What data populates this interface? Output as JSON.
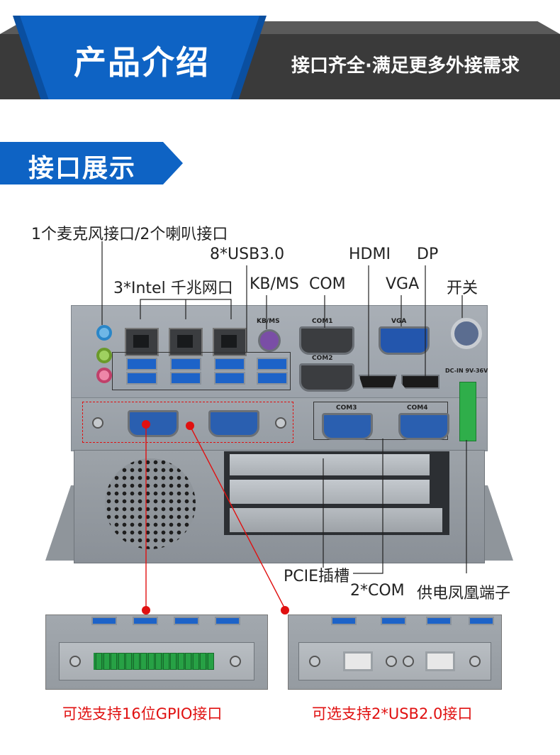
{
  "header": {
    "title": "产品介绍",
    "subtitle": "接口齐全·满足更多外接需求"
  },
  "section": {
    "title": "接口展示"
  },
  "labels": {
    "audio": "1个麦克风接口/2个喇叭接口",
    "usb3": "8*USB3.0",
    "hdmi": "HDMI",
    "dp": "DP",
    "lan": "3*Intel 千兆网口",
    "kbms": "KB/MS",
    "com": "COM",
    "vga": "VGA",
    "power_switch": "开关",
    "pcie": "PCIE插槽",
    "com2": "2*COM",
    "phoenix": "供电凤凰端子"
  },
  "panel_marks": {
    "kbms": "KB/MS",
    "com1": "COM1",
    "com2": "COM2",
    "vga": "VGA",
    "com3": "COM3",
    "com4": "COM4",
    "dcin": "DC-IN 9V-36V"
  },
  "options": {
    "gpio": "可选支持16位GPIO接口",
    "usb2": "可选支持2*USB2.0接口"
  },
  "colors": {
    "brand_blue": "#0e63c4",
    "banner_dark": "#3a3a3a",
    "accent_red": "#e01010"
  }
}
